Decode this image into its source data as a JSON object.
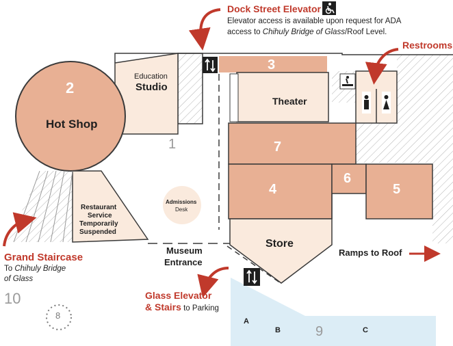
{
  "callouts": {
    "dock_elevator": {
      "title": "Dock Street Elevator",
      "line1": "Elevator access is available upon request for ADA",
      "line2_prefix": "access to ",
      "line2_italic": "Chihuly Bridge of Glass",
      "line2_suffix": "/Roof Level."
    },
    "restrooms": "Restrooms",
    "grand_staircase": {
      "title": "Grand Staircase",
      "line1_prefix": "To ",
      "line1_italic": "Chihuly Bridge",
      "line2_italic": "of Glass"
    },
    "glass_elevator": {
      "title_line1": "Glass Elevator",
      "title_line2": "& Stairs",
      "suffix": " to Parking"
    }
  },
  "rooms": {
    "hot_shop": {
      "number": "2",
      "name": "Hot Shop"
    },
    "education_studio": {
      "line1": "Education",
      "line2": "Studio"
    },
    "room_3": "3",
    "theater": "Theater",
    "room_7": "7",
    "room_4": "4",
    "room_5": "5",
    "room_6": "6",
    "store": "Store",
    "admissions": {
      "line1": "Admissions",
      "line2": "Desk"
    },
    "restaurant": {
      "line1": "Restaurant",
      "line2": "Service",
      "line3": "Temporarily",
      "line4": "Suspended"
    }
  },
  "labels": {
    "area_1": "1",
    "museum_entrance_line1": "Museum",
    "museum_entrance_line2": "Entrance",
    "ramps_to_roof": "Ramps to Roof",
    "area_10": "10",
    "area_8": "8",
    "area_9": "9",
    "parking_a": "A",
    "parking_b": "B",
    "parking_c": "C"
  },
  "icons": [
    "wheelchair-icon",
    "elevator-icon",
    "baby-changing-icon",
    "restroom-icon",
    "arrow-right-icon"
  ],
  "colors": {
    "room_fill": "#e8b094",
    "light_fill": "#faeadd",
    "accent_red": "#c0392b",
    "wall": "#3a3a3a",
    "parking_blue": "#dcedf6"
  }
}
